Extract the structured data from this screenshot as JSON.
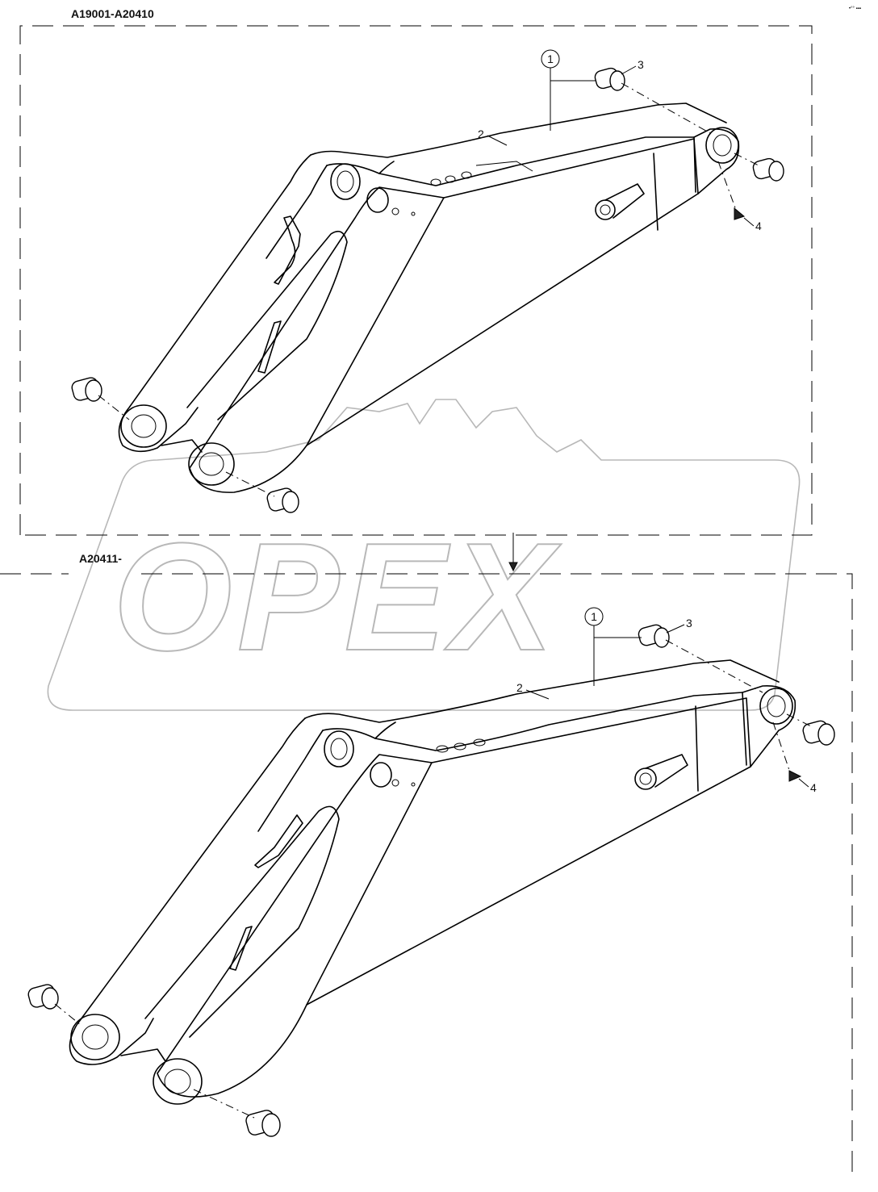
{
  "sections": [
    {
      "serial_range": "A19001-A20410"
    },
    {
      "serial_range": "A20411-"
    }
  ],
  "callouts": {
    "assembly": "1",
    "boom": "2",
    "bushing": "3",
    "grease_nipple": "4"
  },
  "watermark": {
    "brand": "OPEX",
    "color": "#b8b8b8"
  },
  "corner_mark": "•°° ▪▪▪"
}
